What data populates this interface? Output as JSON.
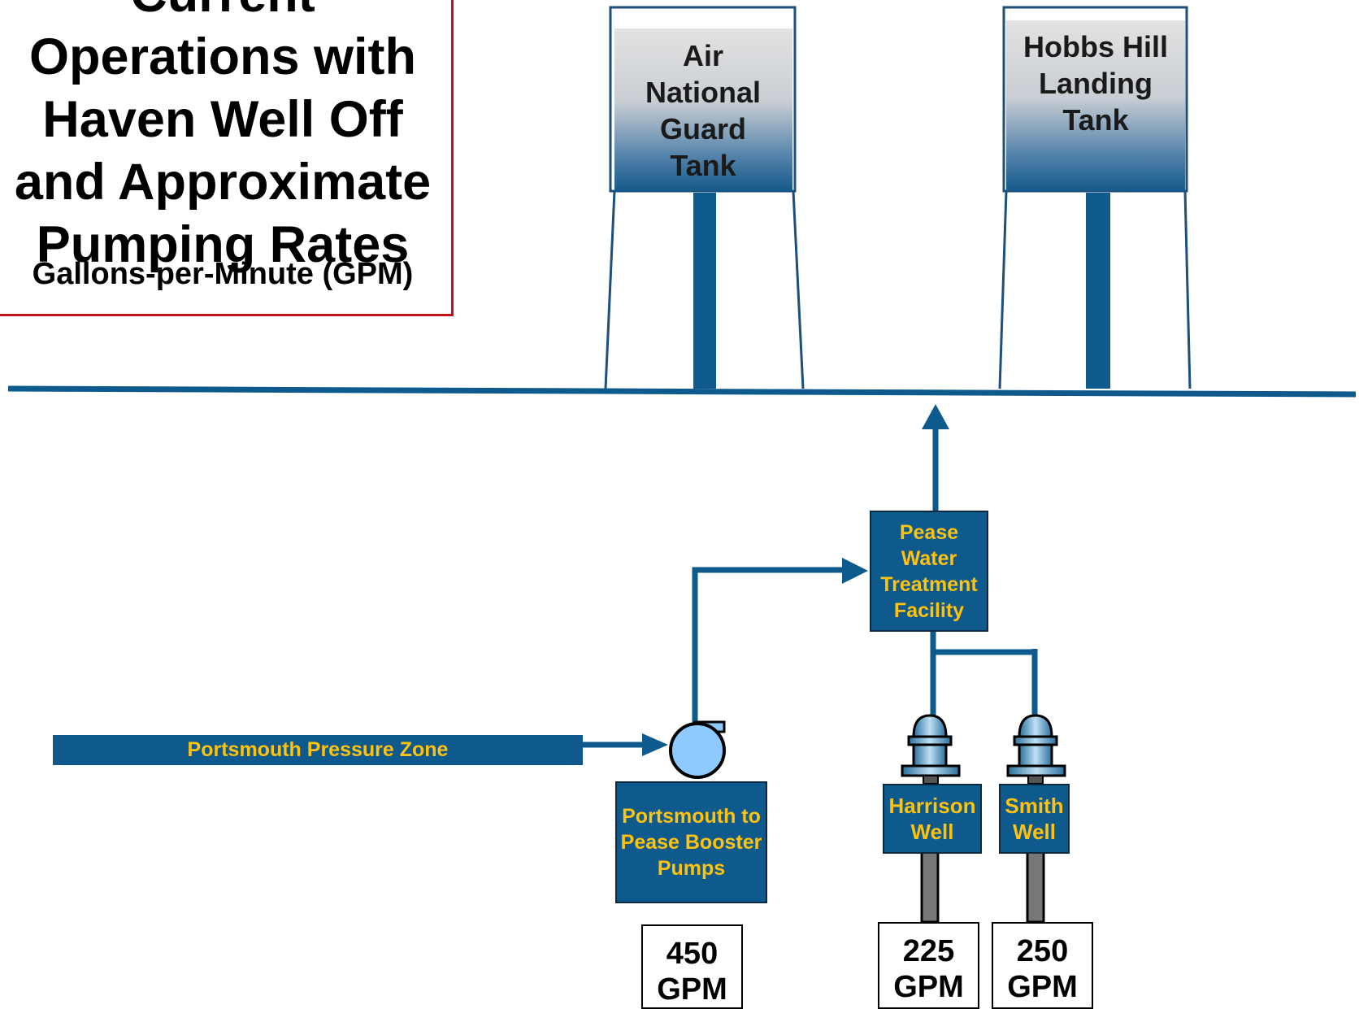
{
  "title": {
    "lines": [
      "Current",
      "Operations with",
      "Haven Well Off",
      "and Approximate",
      "Pumping Rates"
    ],
    "subtitle": "Gallons-per-Minute (GPM)"
  },
  "tanks": [
    {
      "label": "Air National Guard Tank"
    },
    {
      "label": "Hobbs Hill Landing Tank"
    }
  ],
  "facility": {
    "label": "Pease Water Treatment Facility"
  },
  "zone": {
    "label": "Portsmouth Pressure Zone"
  },
  "booster": {
    "label": "Portsmouth to Pease Booster Pumps",
    "rate": "450 GPM"
  },
  "wells": [
    {
      "label": "Harrison Well",
      "rate": "225 GPM"
    },
    {
      "label": "Smith Well",
      "rate": "250 GPM"
    }
  ],
  "colors": {
    "pipe": "#0e5a8c",
    "label_text": "#ffc20e",
    "title_border": "#c0141c",
    "pump": "#8ec9ff"
  }
}
